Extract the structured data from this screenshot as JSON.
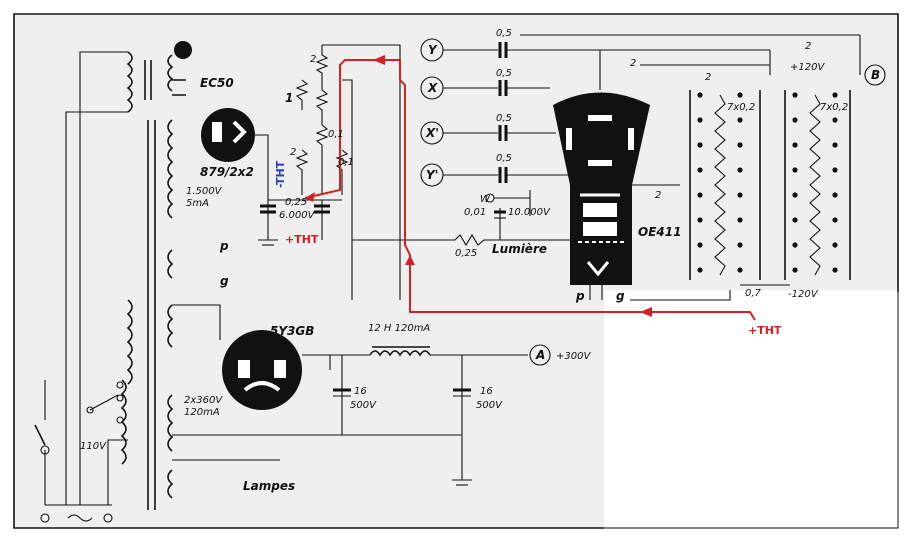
{
  "labels": {
    "ec50": "EC50",
    "tube_879": "879/2x2",
    "v1500": "1.500V",
    "ma5": "5mA",
    "p": "p",
    "g": "g",
    "tube_5y3gb": "5Y3GB",
    "choke": "12 H 120mA",
    "v300": "+300V",
    "c16a": "16",
    "v500a": "500V",
    "c16b": "16",
    "v500b": "500V",
    "x360": "2x360V",
    "ma120": "120mA",
    "v110": "110V",
    "lampes": "Lampes",
    "r2a": "2",
    "r1": "1",
    "r2b": "2",
    "r01a": "0,1",
    "r01b": "0,1",
    "c025": "0,25",
    "c6000": "6.000V",
    "y": "Y",
    "x": "X",
    "xp": "X'",
    "yp": "Y'",
    "c05a": "0,5",
    "c05b": "0,5",
    "c05c": "0,5",
    "c05d": "0,5",
    "w": "W",
    "c001": "0,01",
    "c10000": "10.000V",
    "r025": "0,25",
    "lumiere": "Lumière",
    "r2c": "2",
    "r2d": "2",
    "r2e": "2",
    "r2f": "2",
    "v120p": "+120V",
    "b": "B",
    "r7a": "7x0,2",
    "r7b": "7x0,2",
    "oe411": "OE411",
    "r07": "0,7",
    "v120m": "-120V",
    "a": "A",
    "tube_p": "p",
    "tube_g": "g"
  },
  "annotations": {
    "tht_plus_1": "+THT",
    "tht_minus": "-THT",
    "tht_plus_2": "+THT"
  },
  "colors": {
    "ink": "#111111",
    "annotation_red": "#d42020",
    "annotation_blue": "#2840c0",
    "paper": "#efefef"
  }
}
